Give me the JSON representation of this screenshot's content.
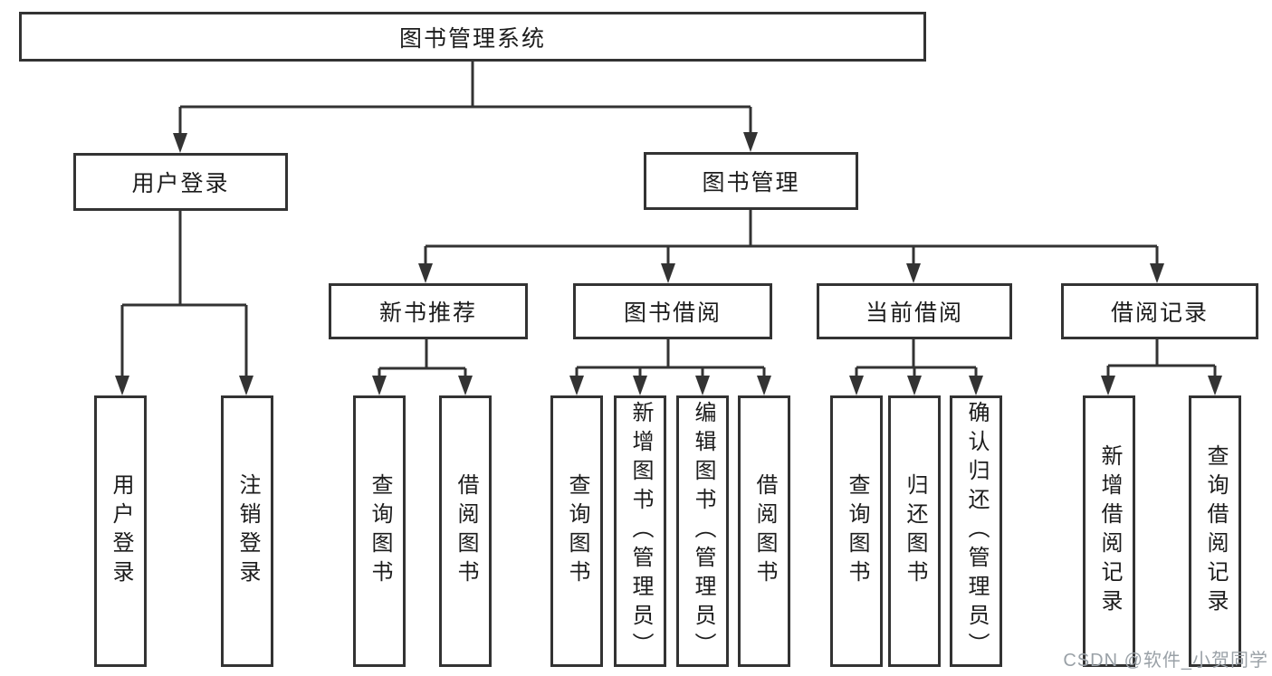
{
  "tree": {
    "label": "图书管理系统",
    "children": [
      {
        "label": "用户登录",
        "children": [
          {
            "label": "用户登录"
          },
          {
            "label": "注销登录"
          }
        ]
      },
      {
        "label": "图书管理",
        "children": [
          {
            "label": "新书推荐",
            "children": [
              {
                "label": "查询图书"
              },
              {
                "label": "借阅图书"
              }
            ]
          },
          {
            "label": "图书借阅",
            "children": [
              {
                "label": "查询图书"
              },
              {
                "label": "新增图书（管理员）"
              },
              {
                "label": "编辑图书（管理员）"
              },
              {
                "label": "借阅图书"
              }
            ]
          },
          {
            "label": "当前借阅",
            "children": [
              {
                "label": "查询图书"
              },
              {
                "label": "归还图书"
              },
              {
                "label": "确认归还（管理员）"
              }
            ]
          },
          {
            "label": "借阅记录",
            "children": [
              {
                "label": "新增借阅记录"
              },
              {
                "label": "查询借阅记录"
              }
            ]
          }
        ]
      }
    ]
  },
  "watermark": {
    "text": "CSDN @软件_小贺同学"
  },
  "colors": {
    "background": "#ffffff",
    "box_border": "#333333",
    "box_fill": "#ffffff",
    "line": "#333333",
    "text": "#1c1c1c",
    "watermark": "#9aa1a7"
  }
}
